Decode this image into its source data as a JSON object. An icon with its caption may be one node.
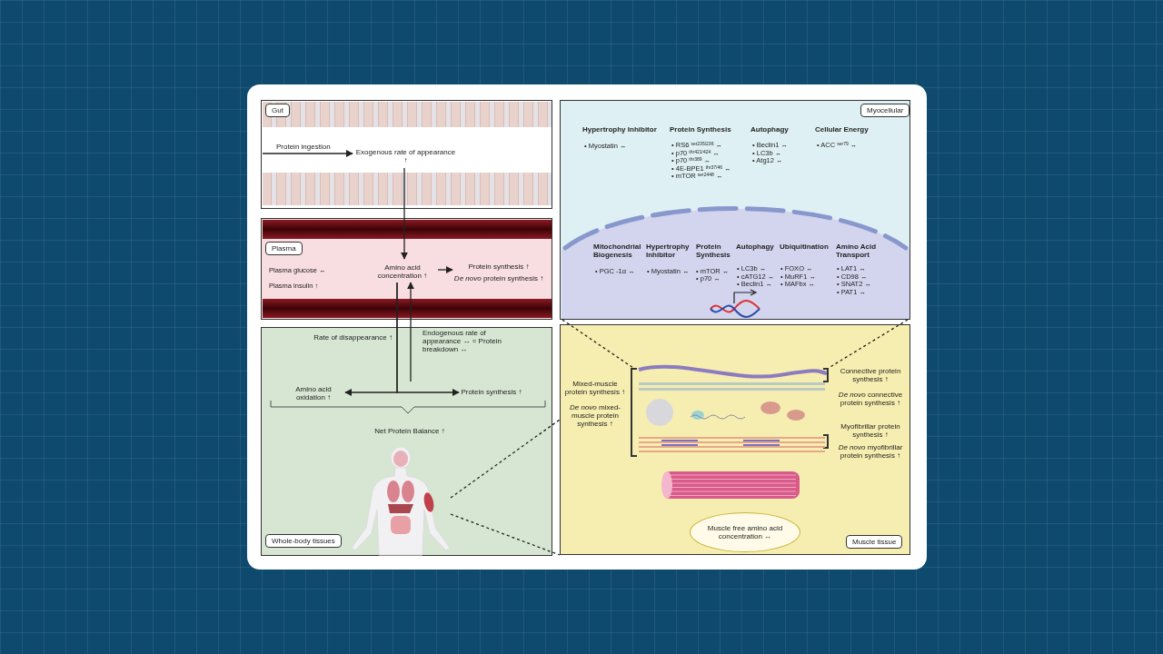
{
  "diagram": {
    "nodes": [
      {
        "text": [
          "Gut"
        ]
      },
      {
        "text": [
          "Exogenous rate of appearance ↑"
        ],
        "in": 0
      },
      {
        "text": [
          "Plasma"
        ]
      },
      {
        "text": [
          "Amino acid concentration ↑"
        ],
        "in": 2
      },
      {
        "text": [
          "Protein synthesis ↑",
          "*De novo* protein synthesis ↑"
        ],
        "in": 2
      },
      {
        "text": [
          "Whole-body tissues"
        ]
      },
      {
        "text": [
          "Amino acid oxidation ↑"
        ],
        "in": 5
      },
      {
        "text": [
          "Protein synthesis ↑"
        ],
        "in": 5
      },
      {
        "text": [
          "Net Protein Balance ↑"
        ],
        "in": 5
      },
      {
        "text": [],
        "shape": "picture",
        "in": 5
      },
      {
        "text": [
          "Myocellular"
        ]
      },
      {
        "text": [
          "Muscle tissue"
        ]
      },
      {
        "text": [],
        "shape": "picture",
        "in": 11
      },
      {
        "text": [
          "Muscle free amino acid concentration ↔"
        ],
        "in": 11
      }
    ],
    "edges": [
      {
        "from": null,
        "to": 1,
        "arrow": "to",
        "label": "Protein ingestion"
      },
      {
        "from": 1,
        "to": 3,
        "arrow": "to"
      },
      {
        "from": 3,
        "to": 4,
        "arrow": "to"
      },
      {
        "from": 3,
        "to": 6,
        "arrow": "to",
        "label": "Rate of disappearance ↑"
      },
      {
        "from": 3,
        "to": 7,
        "arrow": "to"
      },
      {
        "from": null,
        "to": 3,
        "arrow": "to",
        "label": "Endogenous rate of appearance ↔ = Protein breakdown ↔"
      },
      {
        "from": 9,
        "to": 11,
        "arrow": "none",
        "style": "dashed"
      },
      {
        "from": 9,
        "to": 11,
        "arrow": "none",
        "style": "dashed"
      },
      {
        "from": 10,
        "to": 12,
        "arrow": "none",
        "style": "dashed"
      },
      {
        "from": 10,
        "to": 12,
        "arrow": "none",
        "style": "dashed"
      }
    ],
    "labels": [
      "Plasma glucose ↔",
      "Plasma insulin ↑",
      "Hypertrophy Inhibitor",
      "• Myostatin ↔",
      "Protein Synthesis",
      "• RS6 $^{ser235/236}$ ↔",
      "• p70 $^{thr421/424}$ ↔",
      "• p70 $^{thr389}$ ↔",
      "• 4E-BPE1 $^{thr37/46}$ ↔",
      "• mTOR $^{ser2448}$ ↔",
      "Autophagy",
      "• Beclin1 ↔",
      "• LC3b ↔",
      "• Atg12 ↔",
      "Cellular Energy",
      "• ACC $^{ser79}$ ↔",
      "Mitochondrial Biogenesis",
      "• PGC -1α ↔",
      "Hypertrophy Inhibitor",
      "• Myostatin ↔",
      "Protein Synthesis",
      "• mTOR ↔",
      "• p70 ↔",
      "Autophagy",
      "• LC3b ↔",
      "• cATG12 ↔",
      "• Beclin1 ↔",
      "Ubiquitination",
      "• FOXO ↔",
      "• MuRF1 ↔",
      "• MAFbx ↔",
      "Amino Acid Transport",
      "• LAT1 ↔",
      "• CD98 ↔",
      "• SNAT2 ↔",
      "• PAT1 ↔",
      "Mixed-muscle protein synthesis ↑",
      "*De novo* mixed-muscle protein synthesis ↑",
      "Connective protein synthesis ↑",
      "*De novo* connective protein synthesis ↑",
      "Myofibrillar protein synthesis ↑",
      "*De novo* myofibrillar protein synthesis ↑"
    ]
  }
}
